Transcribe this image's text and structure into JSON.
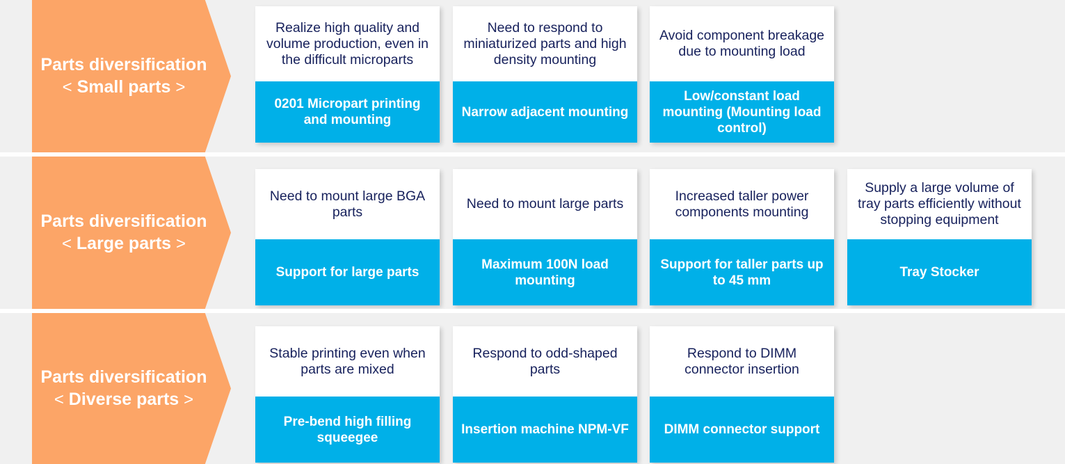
{
  "theme": {
    "background": "#f0f0f0",
    "banner_color": "#fca567",
    "card_top_bg": "#ffffff",
    "card_top_text": "#17215c",
    "card_bottom_bg": "#00b0e8",
    "card_bottom_text": "#ffffff",
    "divider_color": "#ffffff"
  },
  "rows": [
    {
      "banner": {
        "line1": "Parts diversification",
        "line2_open": "<",
        "line2_label": "Small parts",
        "line2_close": ">"
      },
      "cards": [
        {
          "problem": "Realize high quality and volume production, even in the difficult microparts",
          "solution": "0201 Micropart printing and mounting"
        },
        {
          "problem": "Need to respond to miniaturized parts and high density mounting",
          "solution": "Narrow adjacent mounting"
        },
        {
          "problem": "Avoid component breakage due to mounting load",
          "solution": "Low/constant load mounting (Mounting load control)"
        }
      ]
    },
    {
      "banner": {
        "line1": "Parts diversification",
        "line2_open": "<",
        "line2_label": "Large parts",
        "line2_close": ">"
      },
      "cards": [
        {
          "problem": "Need to mount large BGA parts",
          "solution": "Support for large parts"
        },
        {
          "problem": "Need to mount large parts",
          "solution": "Maximum 100N load mounting"
        },
        {
          "problem": "Increased taller power components mounting",
          "solution": "Support for taller parts up to 45 mm"
        },
        {
          "problem": "Supply a large volume of tray parts efficiently without stopping equipment",
          "solution": "Tray Stocker"
        }
      ]
    },
    {
      "banner": {
        "line1": "Parts diversification",
        "line2_open": "<",
        "line2_label": "Diverse parts",
        "line2_close": ">"
      },
      "cards": [
        {
          "problem": "Stable printing even when parts are mixed",
          "solution": "Pre-bend high filling squeegee"
        },
        {
          "problem": "Respond to odd-shaped parts",
          "solution": "Insertion machine NPM-VF"
        },
        {
          "problem": "Respond to DIMM connector insertion",
          "solution": "DIMM connector support"
        }
      ]
    }
  ]
}
